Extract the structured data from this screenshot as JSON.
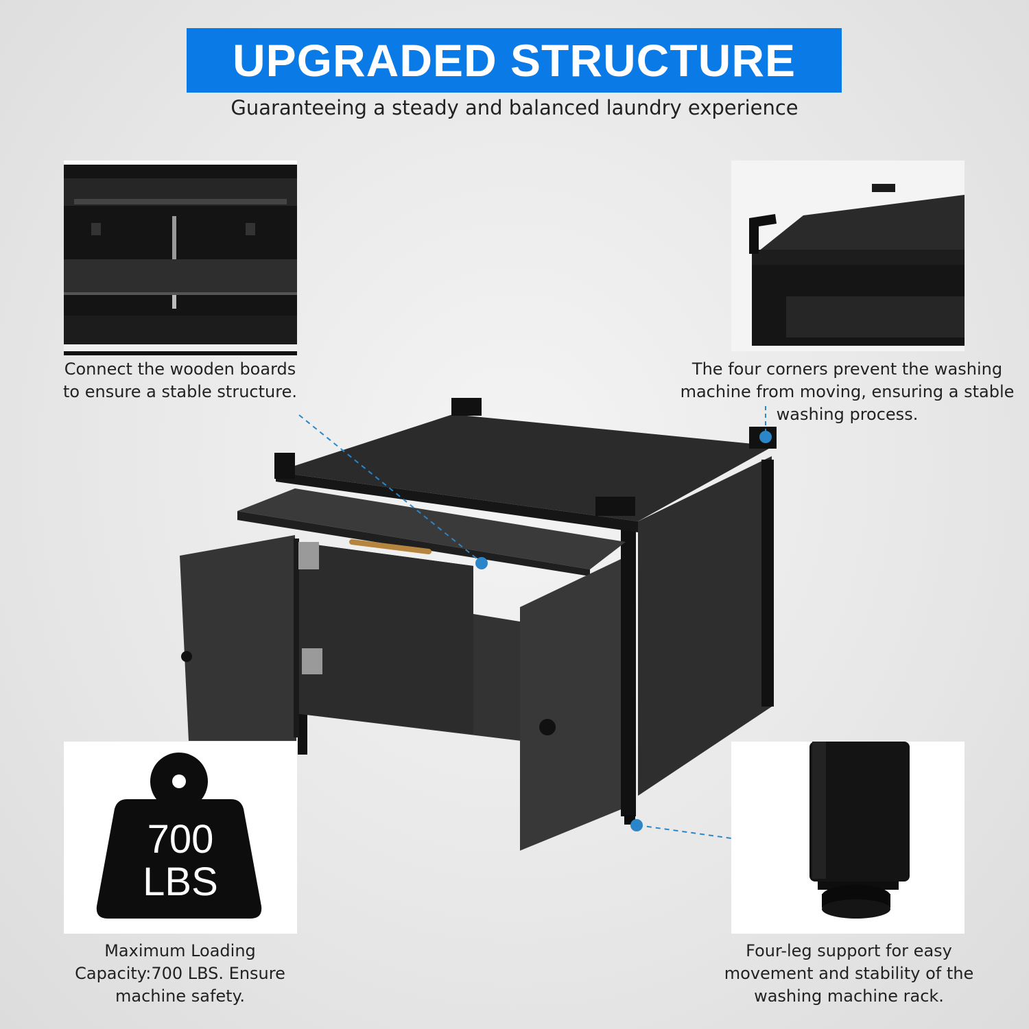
{
  "banner": {
    "title": "UPGRADED STRUCTURE"
  },
  "subtitle": "Guaranteeing a steady and balanced laundry experience",
  "features": {
    "boards": {
      "line1": "Connect the wooden boards",
      "line2": "to ensure a stable structure."
    },
    "corners": {
      "line1": "The four corners prevent the washing",
      "line2": "machine from moving, ensuring a stable",
      "line3": "washing process."
    },
    "capacity": {
      "line1": "Maximum Loading",
      "line2": "Capacity:700 LBS. Ensure",
      "line3": "machine safety."
    },
    "legs": {
      "line1": "Four-leg support for easy",
      "line2": "movement and stability of the",
      "line3": "washing machine rack."
    }
  },
  "weight_icon": {
    "value": "700",
    "unit": "LBS"
  },
  "colors": {
    "accent": "#0a7be6",
    "callout": "#2a86c8",
    "product": "#2b2b2b"
  }
}
